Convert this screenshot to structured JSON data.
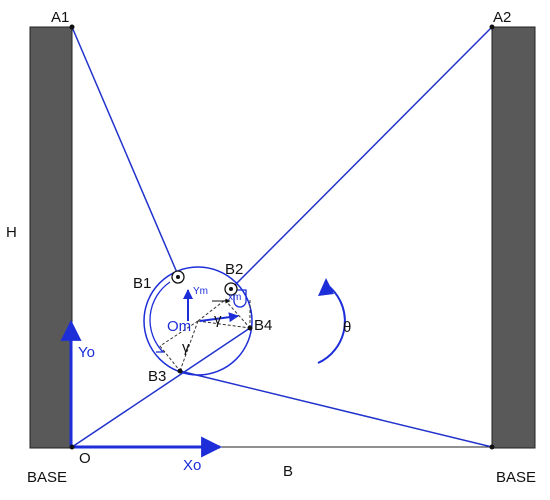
{
  "colors": {
    "line": "#2233cc",
    "axis": "#1d2ed8",
    "wall": "#595959",
    "dash": "#333333"
  },
  "labels": {
    "a1": "A1",
    "a2": "A2",
    "h": "H",
    "b1": "B1",
    "b2": "B2",
    "b3": "B3",
    "b4": "B4",
    "om": "Om",
    "ym": "Ym",
    "xm": "xm",
    "gamma1": "γ",
    "gamma2": "γ",
    "theta": "θ",
    "yo": "Yo",
    "xo": "Xo",
    "o": "O",
    "b": "B",
    "base_left": "BASE",
    "base_right": "BASE"
  }
}
